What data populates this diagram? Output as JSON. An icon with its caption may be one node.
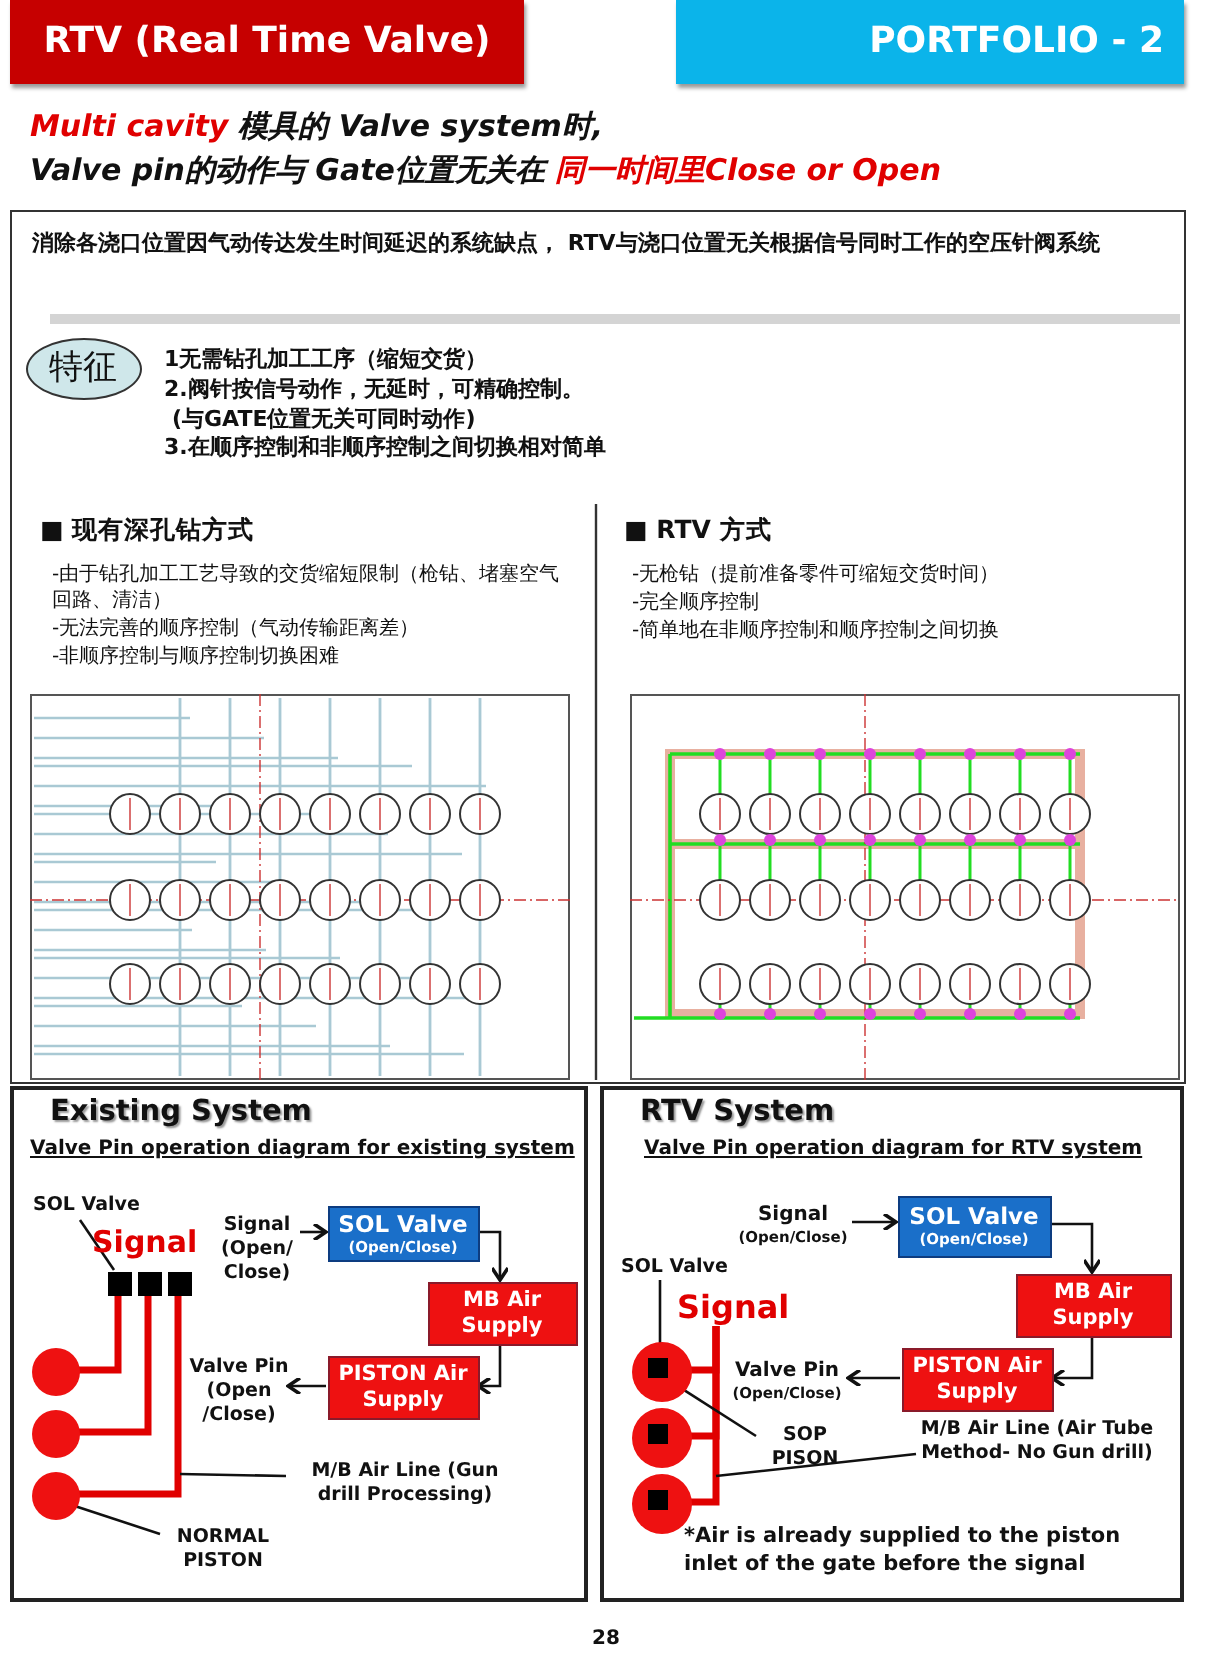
{
  "diagram": {
    "nodes": [
      {
        "text": [
          "消除各浇口位置因气动传达发生时间延迟的系统缺点， RTV与浇口位置无关根据信号同时工作的空压针阀系统"
        ]
      },
      {
        "text": [
          "特征"
        ],
        "in": 0
      },
      {
        "text": [
          "Existing System",
          "Valve Pin operation diagram for existing system"
        ]
      },
      {
        "text": [
          "SOL Valve"
        ],
        "in": 2
      },
      {
        "text": [],
        "shape": "box",
        "in": 2
      },
      {
        "text": [],
        "shape": "box",
        "in": 2
      },
      {
        "text": [],
        "shape": "box",
        "in": 2
      },
      {
        "text": [],
        "shape": "circle",
        "in": 2
      },
      {
        "text": [],
        "shape": "circle",
        "in": 2
      },
      {
        "text": [],
        "shape": "circle",
        "in": 2
      },
      {
        "text": [
          "Signal (Open/ Close)"
        ],
        "in": 2
      },
      {
        "text": [
          "SOL Valve",
          "(Open/Close)"
        ],
        "in": 2
      },
      {
        "text": [
          "MB Air Supply"
        ],
        "in": 2
      },
      {
        "text": [
          "PISTON Air Supply"
        ],
        "in": 2
      },
      {
        "text": [
          "Valve Pin (Open /Close)"
        ],
        "in": 2
      },
      {
        "text": [
          "M/B Air Line (Gun drill Processing)"
        ],
        "in": 2
      },
      {
        "text": [
          "NORMAL PISTON"
        ],
        "in": 2
      },
      {
        "text": [
          "RTV System",
          "Valve Pin operation diagram for RTV system"
        ]
      },
      {
        "text": [
          "Signal",
          "(Open/Close)"
        ],
        "in": 17
      },
      {
        "text": [
          "SOL Valve",
          "(Open/Close)"
        ],
        "in": 17
      },
      {
        "text": [
          "MB Air Supply"
        ],
        "in": 17
      },
      {
        "text": [
          "PISTON Air Supply"
        ],
        "in": 17
      },
      {
        "text": [
          "Valve Pin",
          "(Open/Close)"
        ],
        "in": 17
      },
      {
        "text": [
          "SOL Valve"
        ],
        "in": 17
      },
      {
        "text": [
          "Signal"
        ],
        "in": 17
      },
      {
        "text": [],
        "shape": "circle",
        "in": 17
      },
      {
        "text": [],
        "shape": "box",
        "in": 25
      },
      {
        "text": [],
        "shape": "circle",
        "in": 17
      },
      {
        "text": [],
        "shape": "box",
        "in": 27
      },
      {
        "text": [],
        "shape": "circle",
        "in": 17
      },
      {
        "text": [],
        "shape": "box",
        "in": 29
      },
      {
        "text": [
          "SOP PISON"
        ],
        "in": 17
      },
      {
        "text": [
          "M/B Air Line (Air Tube Method- No Gun drill)"
        ],
        "in": 17
      }
    ],
    "edges": [
      {
        "from": 3,
        "to": 4,
        "arrow": "none"
      },
      {
        "from": 4,
        "to": 7,
        "arrow": "none",
        "style": "thick",
        "color": "#e00000"
      },
      {
        "from": 5,
        "to": 8,
        "arrow": "none",
        "style": "thick",
        "color": "#e00000"
      },
      {
        "from": 6,
        "to": 9,
        "arrow": "none",
        "style": "thick",
        "color": "#e00000"
      },
      {
        "from": 10,
        "to": 11,
        "arrow": "to"
      },
      {
        "from": 11,
        "to": 12,
        "arrow": "to"
      },
      {
        "from": 12,
        "to": 13,
        "arrow": "to"
      },
      {
        "from": 13,
        "to": 14,
        "arrow": "to"
      },
      {
        "from": 15,
        "to": null,
        "arrow": "none"
      },
      {
        "from": 16,
        "to": 9,
        "arrow": "none"
      },
      {
        "from": 18,
        "to": 19,
        "arrow": "to"
      },
      {
        "from": 19,
        "to": 20,
        "arrow": "to"
      },
      {
        "from": 20,
        "to": 21,
        "arrow": "to"
      },
      {
        "from": 21,
        "to": 22,
        "arrow": "to"
      },
      {
        "from": 23,
        "to": 26,
        "arrow": "none"
      },
      {
        "from": 24,
        "to": 25,
        "arrow": "none",
        "style": "thick",
        "color": "#e00000"
      },
      {
        "from": 24,
        "to": 27,
        "arrow": "none",
        "style": "thick",
        "color": "#e00000"
      },
      {
        "from": 24,
        "to": 29,
        "arrow": "none",
        "style": "thick",
        "color": "#e00000"
      },
      {
        "from": 31,
        "to": 25,
        "arrow": "none"
      },
      {
        "from": 32,
        "to": null,
        "arrow": "none"
      }
    ],
    "labels": [
      "RTV (Real Time Valve)",
      "PORTFOLIO - 2",
      "Multi cavity",
      "模具的 Valve system时,",
      "Valve pin的动作与 Gate位置无关在",
      "同一时间里Close or Open",
      "1无需钻孔加工工序（缩短交货）",
      "2.阀针按信号动作，无延时，可精确控制。",
      "(与GATE位置无关可同时动作)",
      "3.在顺序控制和非顺序控制之间切换相对简单",
      "■ 现有深孔钻方式",
      "-由于钻孔加工工艺导致的交货缩短限制（枪钻、堵塞空气回路、清洁）",
      "-无法完善的顺序控制（气动传输距离差）",
      "-非顺序控制与顺序控制切换困难",
      "■ RTV 方式",
      "-无枪钻（提前准备零件可缩短交货时间）",
      "-完全顺序控制",
      "-简单地在非顺序控制和顺序控制之间切换",
      "Signal",
      "*Air is already supplied to the piston inlet of the gate before the signal",
      "28"
    ]
  }
}
